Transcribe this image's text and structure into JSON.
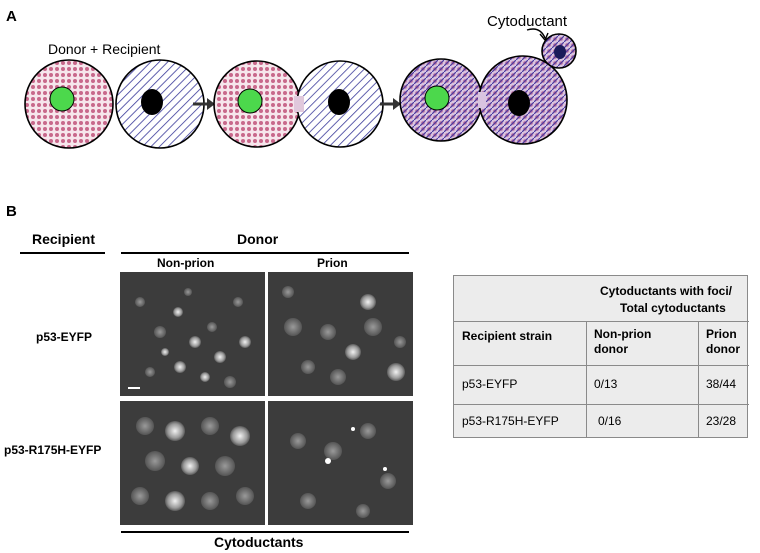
{
  "figure": {
    "panel_a": {
      "letter": "A",
      "donor_recipient_label": "Donor + Recipient",
      "cytoductant_label": "Cytoductant"
    },
    "panel_b": {
      "letter": "B",
      "recipient_header": "Recipient",
      "donor_header": "Donor",
      "column_headers": [
        "Non-prion",
        "Prion"
      ],
      "row_labels": [
        "p53-EYFP",
        "p53-R175H-EYFP"
      ],
      "bottom_label": "Cytoductants"
    },
    "table": {
      "header_line1": "Cytoductants with foci/",
      "header_line2": "Total cytoductants",
      "columns": [
        {
          "line1": "Recipient strain",
          "line2": ""
        },
        {
          "line1": "Non-prion",
          "line2": "donor"
        },
        {
          "line1": "Prion",
          "line2": "donor"
        }
      ],
      "rows": [
        {
          "strain": "p53-EYFP",
          "nonprion": "0/13",
          "prion": "38/44"
        },
        {
          "strain": "p53-R175H-EYFP",
          "nonprion": "0/16",
          "prion": "23/28"
        }
      ]
    },
    "colors": {
      "donor_dots": "#c0527a",
      "recipient_hatch": "#3a3a9a",
      "nucleus_green": "#4cd84c",
      "nucleus_black": "#000000",
      "micrograph_bg": "#3c3c3c",
      "table_bg": "#ececec"
    }
  }
}
